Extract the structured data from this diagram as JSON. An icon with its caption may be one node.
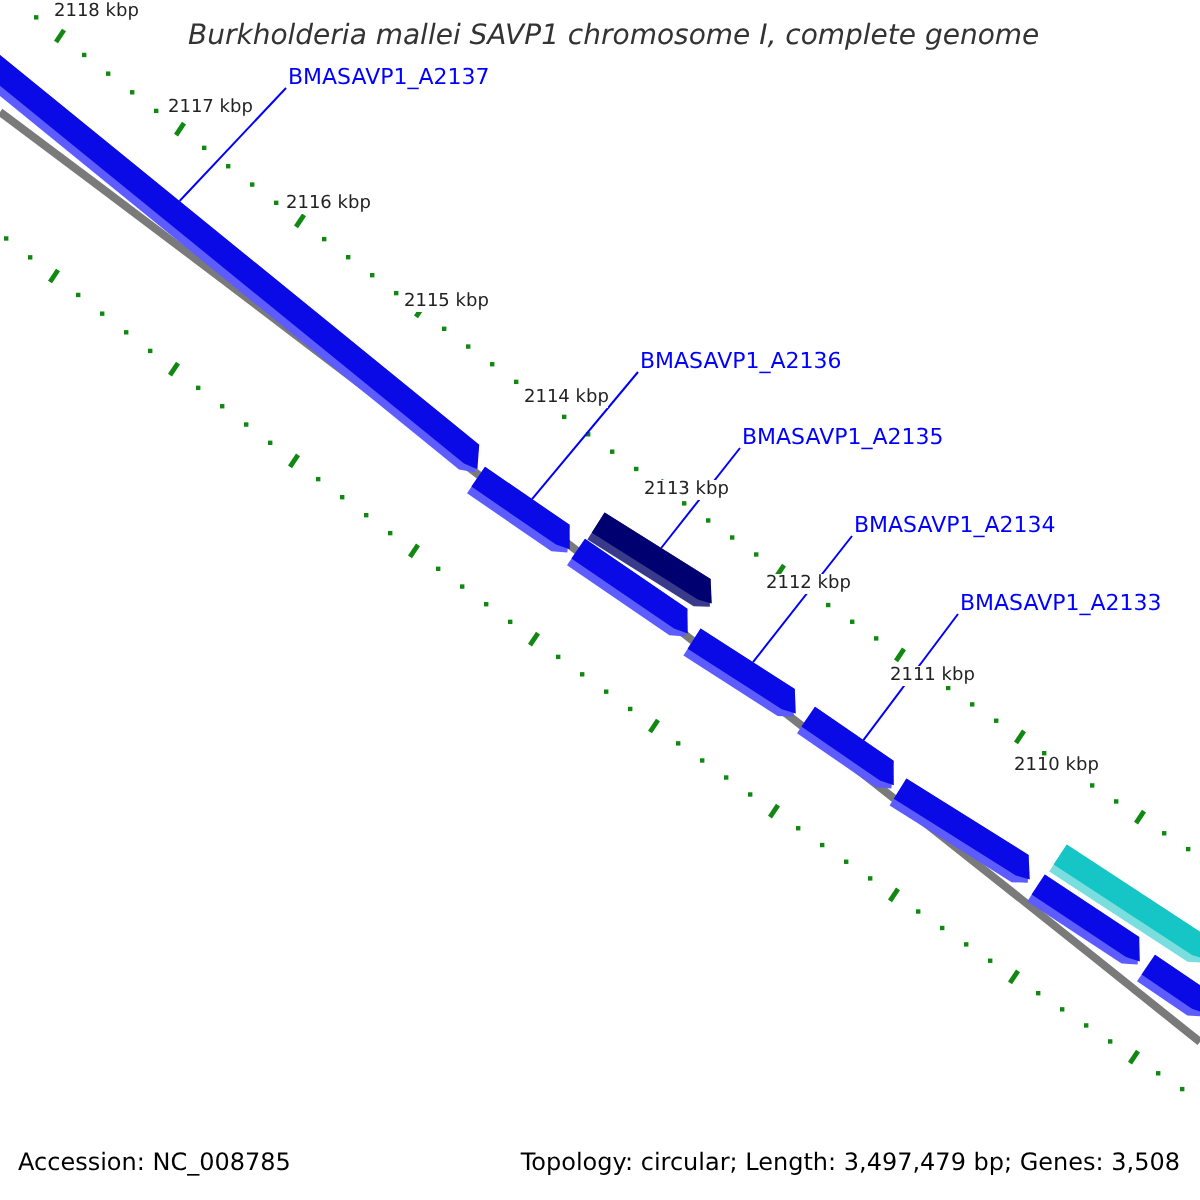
{
  "diagram": {
    "title": "Burkholderia mallei SAVP1 chromosome I, complete genome",
    "nodes": [
      {
        "text": [
          "BMASAVP1_A2137"
        ]
      },
      {
        "text": [
          "BMASAVP1_A2136"
        ]
      },
      {
        "text": [
          "BMASAVP1_A2135"
        ]
      },
      {
        "text": [
          "BMASAVP1_A2134"
        ]
      },
      {
        "text": [
          "BMASAVP1_A2133"
        ]
      },
      {
        "text": [],
        "shape": "bar"
      },
      {
        "text": [],
        "shape": "bar"
      },
      {
        "text": [],
        "shape": "bar"
      },
      {
        "text": [],
        "shape": "bar"
      },
      {
        "text": [],
        "shape": "bar"
      },
      {
        "text": [],
        "shape": "bar"
      },
      {
        "text": [],
        "shape": "bar"
      },
      {
        "text": [],
        "shape": "bar"
      },
      {
        "text": [],
        "shape": "bar"
      },
      {
        "text": [],
        "shape": "bar"
      }
    ],
    "edges": [
      {
        "from": 0,
        "to": 5,
        "arrow": "none"
      },
      {
        "from": 1,
        "to": 6,
        "arrow": "none"
      },
      {
        "from": 2,
        "to": 7,
        "arrow": "none"
      },
      {
        "from": 3,
        "to": 9,
        "arrow": "none"
      },
      {
        "from": 4,
        "to": 10,
        "arrow": "none"
      }
    ],
    "labels": [
      "2118 kbp",
      "2117 kbp",
      "2116 kbp",
      "2115 kbp",
      "2114 kbp",
      "2113 kbp",
      "2112 kbp",
      "2111 kbp",
      "2110 kbp",
      "Accession: NC_008785",
      "Topology: circular; Length: 3,497,479 bp; Genes: 3,508"
    ]
  }
}
